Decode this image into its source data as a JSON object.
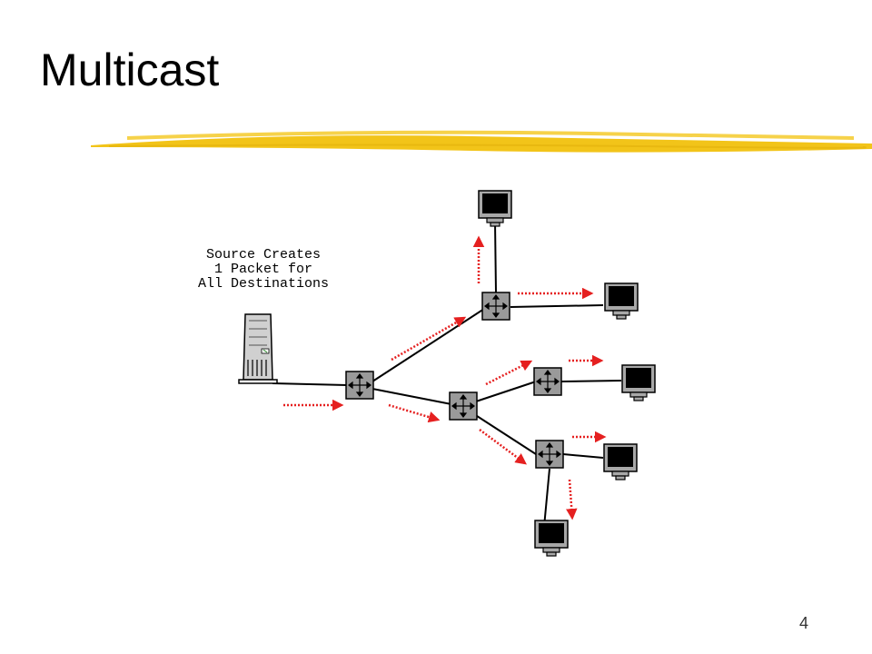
{
  "slide": {
    "title": "Multicast",
    "page_number": "4"
  },
  "diagram": {
    "source_caption": "Source Creates\n1 Packet for\nAll Destinations"
  },
  "colors": {
    "highlighter": "#f2c419",
    "arrow": "#e52020",
    "router_fill": "#9a9a9a"
  },
  "icons": {
    "source": "server-icon",
    "router": "router-icon",
    "destination": "computer-monitor-icon"
  }
}
